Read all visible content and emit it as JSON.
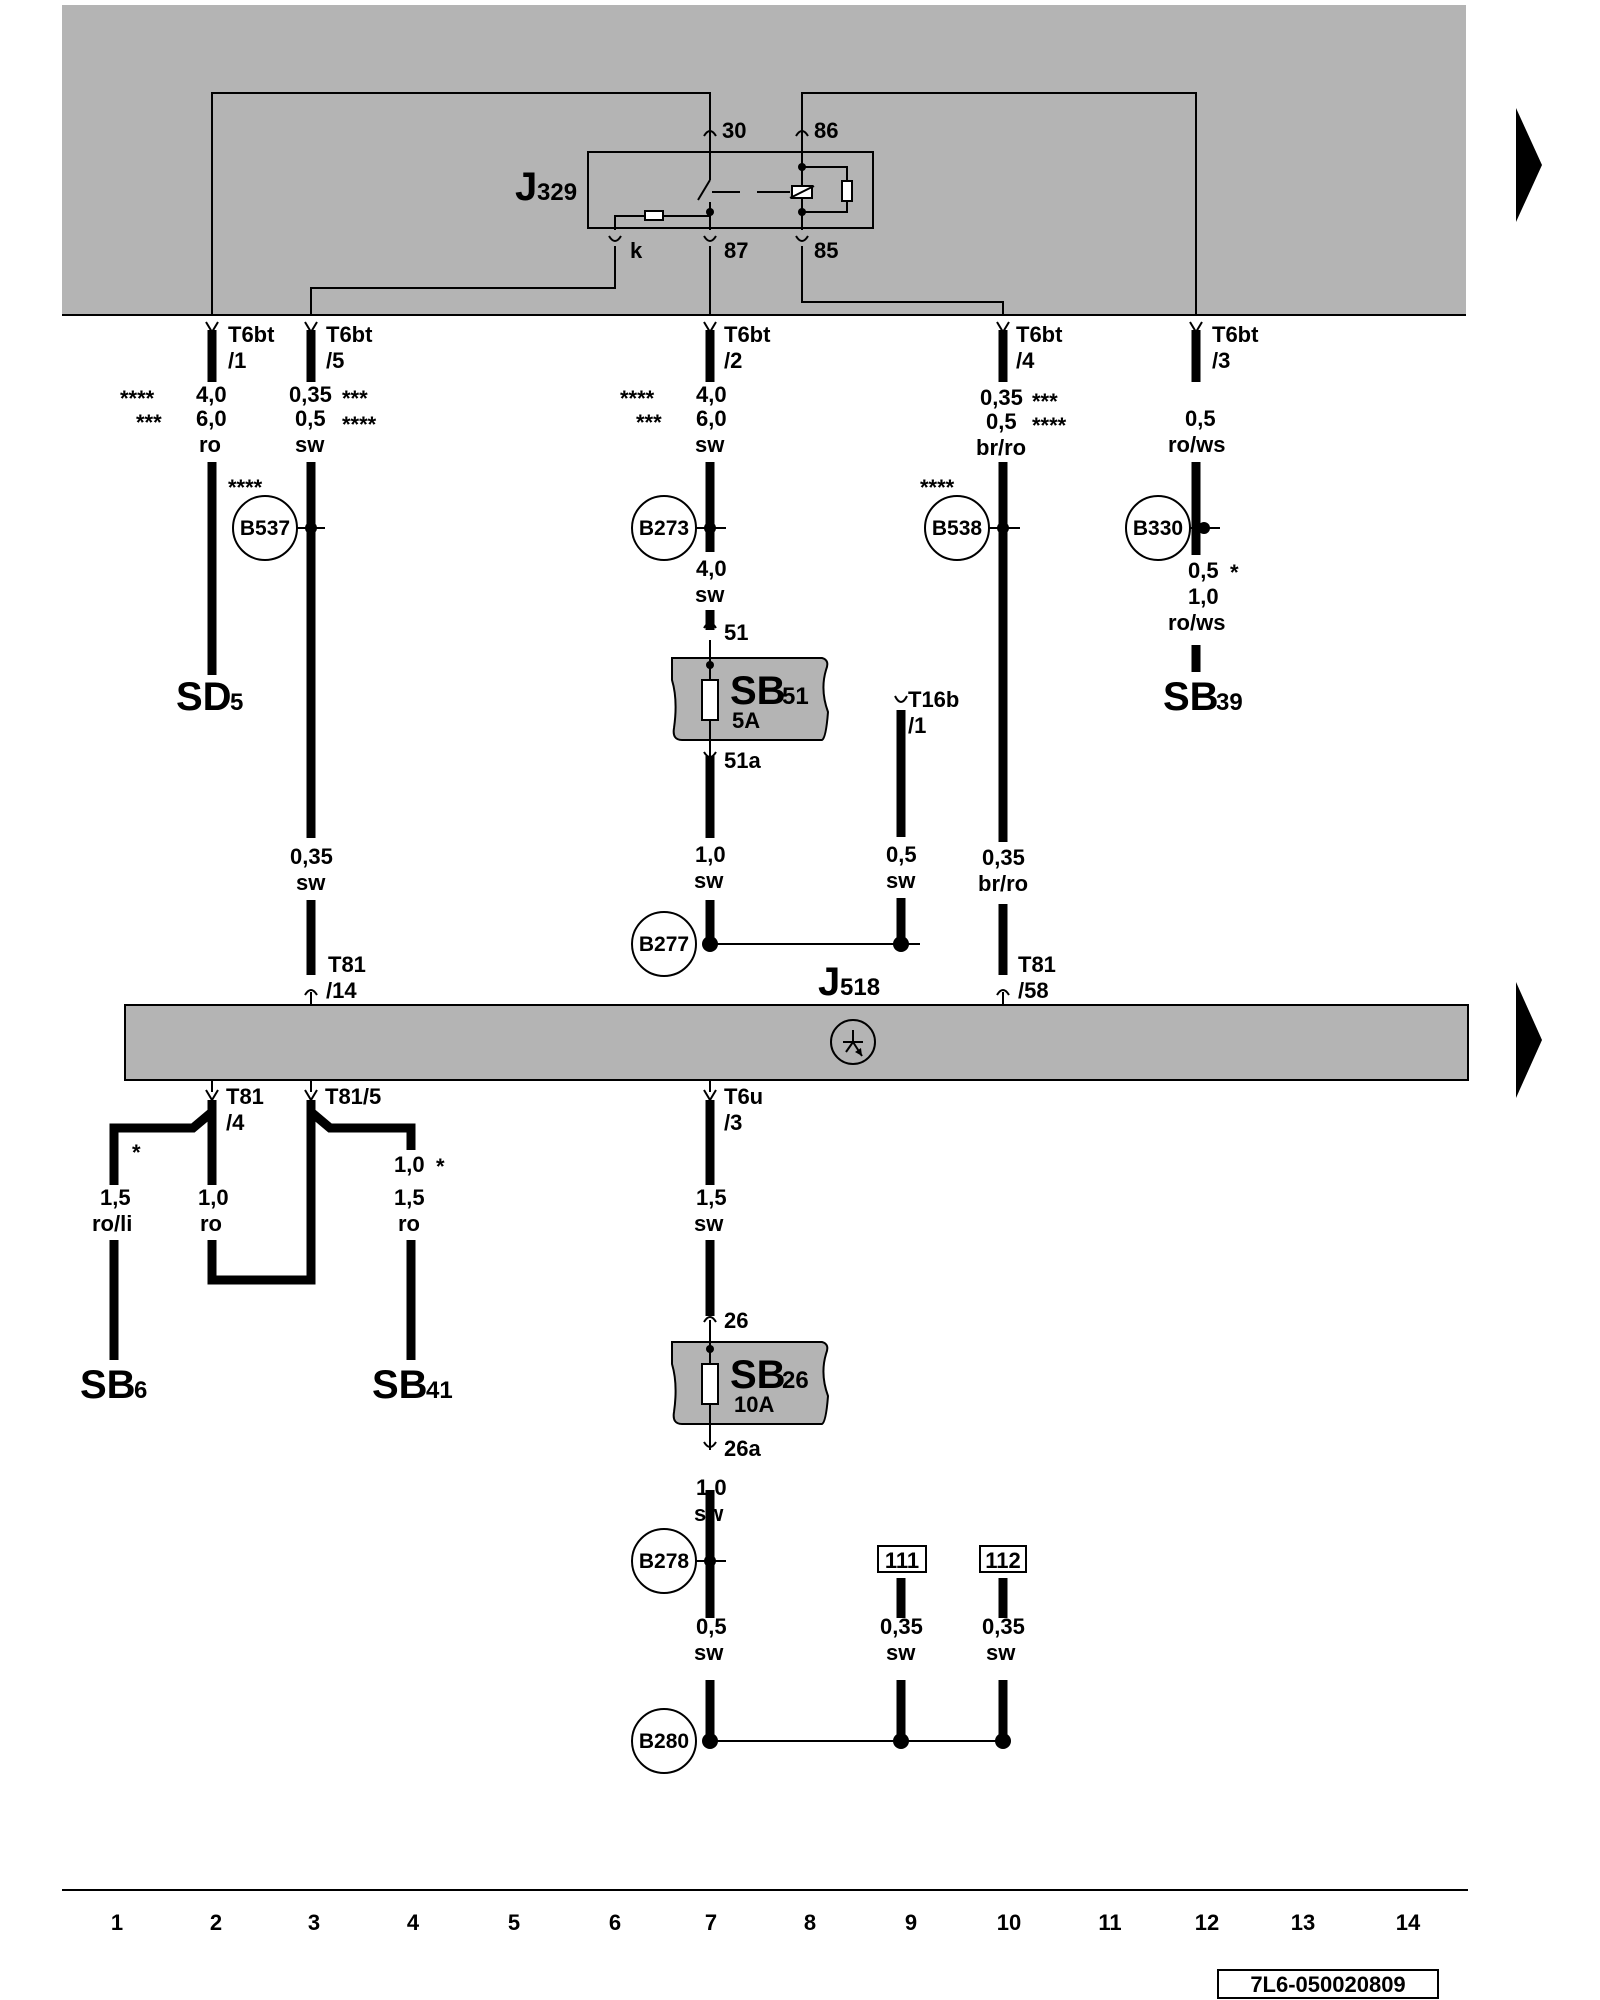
{
  "relay": {
    "name": "J",
    "number": "329",
    "pins": {
      "p30": "30",
      "p86": "86",
      "pk": "k",
      "p87": "87",
      "p85": "85"
    }
  },
  "control_unit": {
    "name": "J",
    "number": "518"
  },
  "connectors": {
    "t6bt_1": {
      "name": "T6bt",
      "pin": "/1"
    },
    "t6bt_5": {
      "name": "T6bt",
      "pin": "/5"
    },
    "t6bt_2": {
      "name": "T6bt",
      "pin": "/2"
    },
    "t6bt_4": {
      "name": "T6bt",
      "pin": "/4"
    },
    "t6bt_3": {
      "name": "T6bt",
      "pin": "/3"
    },
    "t16b_1": {
      "name": "T16b",
      "pin": "/1"
    },
    "t81_14": {
      "name": "T81",
      "pin": "/14"
    },
    "t81_58": {
      "name": "T81",
      "pin": "/58"
    },
    "t81_4": {
      "name": "T81",
      "pin": "/4"
    },
    "t81_5": {
      "name": "T81/5"
    },
    "t6u_3": {
      "name": "T6u",
      "pin": "/3"
    }
  },
  "wires": {
    "w_t1_a": "4,0",
    "w_t1_b": "6,0",
    "w_t1_c": "ro",
    "w_t5_a": "0,35",
    "w_t5_b": "0,5",
    "w_t5_c": "sw",
    "w_t2_a": "4,0",
    "w_t2_b": "6,0",
    "w_t2_c": "sw",
    "w_t4_a": "0,35",
    "w_t4_b": "0,5",
    "w_t4_c": "br/ro",
    "w_t3_a": "0,5",
    "w_t3_b": "ro/ws",
    "w_b273_a": "4,0",
    "w_b273_b": "sw",
    "w_b330_a": "0,5",
    "w_b330_b": "1,0",
    "w_b330_c": "ro/ws",
    "w_col3_a": "0,35",
    "w_col3_b": "sw",
    "w_col7_a": "1,0",
    "w_col7_b": "sw",
    "w_col9_a": "0,5",
    "w_col9_b": "sw",
    "w_col10_a": "0,35",
    "w_col10_b": "br/ro",
    "w_sb6_a": "1,5",
    "w_sb6_b": "ro/li",
    "w_l2_a": "1,0",
    "w_l2_b": "ro",
    "w_sb41_a": "1,0",
    "w_sb41_b": "1,5",
    "w_sb41_c": "ro",
    "w_t6u_a": "1,5",
    "w_t6u_b": "sw",
    "w_sb26_a": "1,0",
    "w_sb26_b": "sw",
    "w_b280_a": "0,5",
    "w_b280_b": "sw",
    "w_111_a": "0,35",
    "w_111_b": "sw",
    "w_112_a": "0,35",
    "w_112_b": "sw"
  },
  "stars": {
    "s4": "****",
    "s3": "***",
    "s1": "*"
  },
  "fuses": {
    "sb51": {
      "name": "SB",
      "number": "51",
      "rating": "5A",
      "pin_in": "51",
      "pin_out": "51a"
    },
    "sb26": {
      "name": "SB",
      "number": "26",
      "rating": "10A",
      "pin_in": "26",
      "pin_out": "26a"
    }
  },
  "terminals": {
    "sd5": {
      "name": "SD",
      "number": "5"
    },
    "sb39": {
      "name": "SB",
      "number": "39"
    },
    "sb6": {
      "name": "SB",
      "number": "6"
    },
    "sb41": {
      "name": "SB",
      "number": "41"
    }
  },
  "splices": {
    "b537": "B537",
    "b273": "B273",
    "b538": "B538",
    "b330": "B330",
    "b277": "B277",
    "b278": "B278",
    "b280": "B280"
  },
  "refs": {
    "r111": "111",
    "r112": "112"
  },
  "columns": [
    "1",
    "2",
    "3",
    "4",
    "5",
    "6",
    "7",
    "8",
    "9",
    "10",
    "11",
    "12",
    "13",
    "14"
  ],
  "drawing_id": "7L6-050020809",
  "colors": {
    "panel": "#b4b4b4",
    "wire": "#000000",
    "background": "#ffffff"
  }
}
